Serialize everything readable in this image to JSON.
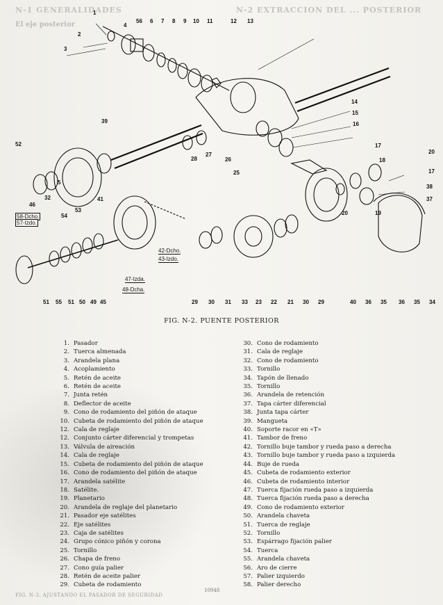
{
  "ghost_text": {
    "left_heading": "N-1 GENERALIDADES",
    "right_heading": "N-2 EXTRACCION DEL ... POSTERIOR",
    "left_subheading": "El eje posterior",
    "bottom_caption": "FIG. N-3. AJUSTANDO EL PASADOR DE SEGURIDAD"
  },
  "figure_caption": "FIG. N-2.  PUENTE POSTERIOR",
  "figure_number_small": "10948",
  "diagram_callouts": {
    "c1": "1",
    "c2": "2",
    "c3": "3",
    "c4": "4",
    "c56": "56",
    "c6": "6",
    "c7": "7",
    "c8": "8",
    "c9": "9",
    "c10": "10",
    "c11": "11",
    "c12": "12",
    "c13": "13",
    "c14": "14",
    "c15": "15",
    "c16": "16",
    "c17a": "17",
    "c18a": "18",
    "c20a": "20",
    "c17b": "17",
    "c38": "38",
    "c37": "37",
    "c39": "39",
    "c52": "52",
    "c5": "5",
    "c32a": "32",
    "c46": "46",
    "c27": "27",
    "c28": "28",
    "c26": "26",
    "c25": "25",
    "c54": "54",
    "c53": "53",
    "c41": "41",
    "c19": "19",
    "c20b": "20",
    "c51": "51",
    "c55": "55",
    "c50": "50",
    "c49": "49",
    "c45": "45",
    "c29a": "29",
    "c30a": "30",
    "c31": "31",
    "c33": "33",
    "c23": "23",
    "c22": "22",
    "c21": "21",
    "c30b": "30",
    "c29b": "29",
    "c40": "40",
    "c36a": "36",
    "c35a": "35",
    "c36b": "36",
    "c35b": "35",
    "c34": "34"
  },
  "side_labels": {
    "left_box_1": "58-Dcho.",
    "left_box_2": "57-Izdo.",
    "dcho_42": "42-Dcho.",
    "izdo_43": "43-Izdo.",
    "izda_47": "47-Izda.",
    "dcha_48": "48-Dcha."
  },
  "legend_left": [
    {
      "n": "1.",
      "t": "Pasador"
    },
    {
      "n": "2.",
      "t": "Tuerca almenada"
    },
    {
      "n": "3.",
      "t": "Arandela plana"
    },
    {
      "n": "4.",
      "t": "Acoplamiento"
    },
    {
      "n": "5.",
      "t": "Retén de aceite"
    },
    {
      "n": "6.",
      "t": "Retén de aceite"
    },
    {
      "n": "7.",
      "t": "Junta retén"
    },
    {
      "n": "8.",
      "t": "Deflector de aceite"
    },
    {
      "n": "9.",
      "t": "Cono de rodamiento del piñón de ataque"
    },
    {
      "n": "10.",
      "t": "Cubeta de rodamiento del piñón de ataque"
    },
    {
      "n": "12.",
      "t": "Cala de reglaje"
    },
    {
      "n": "12.",
      "t": "Conjunto cárter diferencial y trompetas"
    },
    {
      "n": "13.",
      "t": "Válvula de aireación"
    },
    {
      "n": "14.",
      "t": "Cala de reglaje"
    },
    {
      "n": "15.",
      "t": "Cubeta de rodamiento del piñón de ataque"
    },
    {
      "n": "16.",
      "t": "Cono de rodamiento del piñón de ataque"
    },
    {
      "n": "17.",
      "t": "Arandela satélite"
    },
    {
      "n": "18.",
      "t": "Satélite."
    },
    {
      "n": "19.",
      "t": "Planetario"
    },
    {
      "n": "20.",
      "t": "Arandela de reglaje del planetario"
    },
    {
      "n": "21.",
      "t": "Pasador eje satélites"
    },
    {
      "n": "22.",
      "t": "Eje satélites"
    },
    {
      "n": "23.",
      "t": "Caja de satélites"
    },
    {
      "n": "24.",
      "t": "Grupo cónico piñón y corona"
    },
    {
      "n": "25.",
      "t": "Tornillo"
    },
    {
      "n": "26.",
      "t": "Chapa de freno"
    },
    {
      "n": "27.",
      "t": "Cono guía palier"
    },
    {
      "n": "28.",
      "t": "Retén de aceite palier"
    },
    {
      "n": "29.",
      "t": "Cubeta de rodamiento"
    }
  ],
  "legend_right": [
    {
      "n": "30.",
      "t": "Cono de rodamiento"
    },
    {
      "n": "31.",
      "t": "Cala de reglaje"
    },
    {
      "n": "32.",
      "t": "Cono de rodamiento"
    },
    {
      "n": "33.",
      "t": "Tornillo"
    },
    {
      "n": "34.",
      "t": "Tapón de llenado"
    },
    {
      "n": "35.",
      "t": "Tornillo"
    },
    {
      "n": "36.",
      "t": "Arandela de retención"
    },
    {
      "n": "37.",
      "t": "Tapa cárter diferencial"
    },
    {
      "n": "38.",
      "t": "Junta tapa cárter"
    },
    {
      "n": "39.",
      "t": "Mangueta"
    },
    {
      "n": "40.",
      "t": "Soporte racor en «T»"
    },
    {
      "n": "41.",
      "t": "Tambor de freno"
    },
    {
      "n": "42.",
      "t": "Tornillo buje tambor y rueda paso a derecha"
    },
    {
      "n": "43.",
      "t": "Tornillo buje tambor y rueda paso a izquierda"
    },
    {
      "n": "44.",
      "t": "Buje de rueda"
    },
    {
      "n": "45.",
      "t": "Cubeta de rodamiento exterior"
    },
    {
      "n": "46.",
      "t": "Cubeta de rodamiento interior"
    },
    {
      "n": "47.",
      "t": "Tuerca fijación rueda paso a izquierda"
    },
    {
      "n": "48.",
      "t": "Tuerca fijación rueda paso a derecha"
    },
    {
      "n": "49.",
      "t": "Cono de rodamiento exterior"
    },
    {
      "n": "50.",
      "t": "Arandela chaveta"
    },
    {
      "n": "51.",
      "t": "Tuerca de reglaje"
    },
    {
      "n": "52.",
      "t": "Tornillo"
    },
    {
      "n": "53.",
      "t": "Espárrago fijación palier"
    },
    {
      "n": "54.",
      "t": "Tuerca"
    },
    {
      "n": "55.",
      "t": "Arandela chaveta"
    },
    {
      "n": "56.",
      "t": "Aro de cierre"
    },
    {
      "n": "57.",
      "t": "Palier izquierdo"
    },
    {
      "n": "58.",
      "t": "Palier derecho"
    }
  ]
}
